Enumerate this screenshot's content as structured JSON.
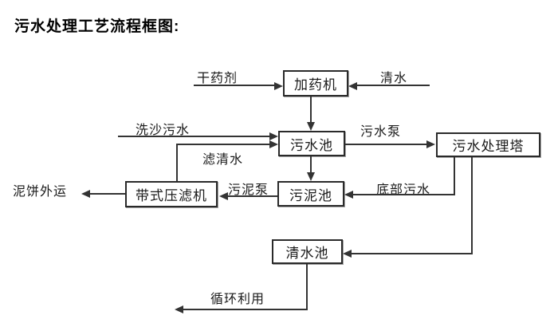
{
  "title": "污水处理工艺流程框图:",
  "colors": {
    "background": "#ffffff",
    "line": "#333333",
    "box_border": "#2a2a2a",
    "text": "#1a1a1a"
  },
  "diagram": {
    "type": "flowchart",
    "nodes": [
      {
        "id": "dosing-machine",
        "label": "加药机"
      },
      {
        "id": "sewage-pool",
        "label": "污水池"
      },
      {
        "id": "sewage-treatment-tower",
        "label": "污水处理塔"
      },
      {
        "id": "sludge-pool",
        "label": "污泥池"
      },
      {
        "id": "belt-filter-press",
        "label": "带式压滤机"
      },
      {
        "id": "clean-water-pool",
        "label": "清水池"
      }
    ],
    "edges": [
      {
        "from": null,
        "to": "加药机",
        "label": "干药剂"
      },
      {
        "from": null,
        "to": "加药机",
        "label": "清水"
      },
      {
        "from": "加药机",
        "to": "污水池",
        "label": ""
      },
      {
        "from": null,
        "to": "污水池",
        "label": "洗沙污水"
      },
      {
        "from": "带式压滤机",
        "to": "污水池",
        "label": "滤清水"
      },
      {
        "from": "污水池",
        "to": "污水处理塔",
        "label": "污水泵"
      },
      {
        "from": "污水池",
        "to": "污泥池",
        "label": ""
      },
      {
        "from": "污水处理塔",
        "to": "污泥池",
        "label": "底部污水"
      },
      {
        "from": "污泥池",
        "to": "带式压滤机",
        "label": "污泥泵"
      },
      {
        "from": "带式压滤机",
        "to": null,
        "label": "泥饼外运"
      },
      {
        "from": "污水处理塔",
        "to": "清水池",
        "label": ""
      },
      {
        "from": "清水池",
        "to": null,
        "label": "循环利用"
      }
    ]
  }
}
